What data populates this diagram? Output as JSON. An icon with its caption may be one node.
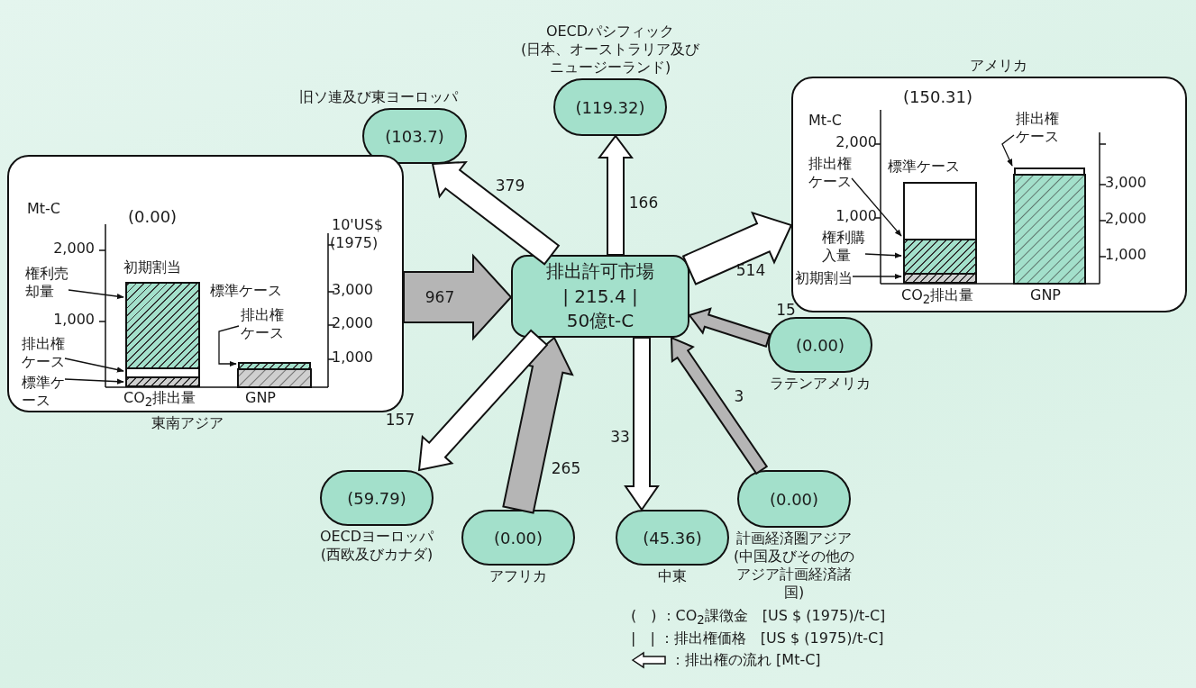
{
  "diagram": {
    "nodes": [
      {
        "text": [
          "排出許可市場",
          "| 215.4 |",
          "50億t-C"
        ]
      },
      {
        "text": [
          "(119.32)"
        ],
        "beside": [
          "OECDパシフィック",
          "(日本、オーストラリア及びニュージーランド)"
        ]
      },
      {
        "text": [
          "(103.7)"
        ],
        "beside": [
          "旧ソ連及び東ヨーロッパ"
        ]
      },
      {
        "text": [
          "(0.00)"
        ],
        "beside": [
          "東南アジア"
        ]
      },
      {
        "text": [
          "(150.31)"
        ],
        "beside": [
          "アメリカ"
        ]
      },
      {
        "text": [
          "(0.00)"
        ],
        "beside": [
          "ラテンアメリカ"
        ]
      },
      {
        "text": [
          "(0.00)"
        ],
        "beside": [
          "計画経済圏アジア",
          "(中国及びその他のアジア計画経済諸国)"
        ]
      },
      {
        "text": [
          "(45.36)"
        ],
        "beside": [
          "中東"
        ]
      },
      {
        "text": [
          "(0.00)"
        ],
        "beside": [
          "アフリカ"
        ]
      },
      {
        "text": [
          "(59.79)"
        ],
        "beside": [
          "OECDヨーロッパ",
          "(西欧及びカナダ)"
        ]
      },
      {
        "text": [
          "権利売却量"
        ],
        "in": 3
      },
      {
        "text": [
          "排出権ケース"
        ],
        "in": 3
      },
      {
        "text": [
          "標準ケース"
        ],
        "in": 3
      },
      {
        "text": [
          "排出権ケース"
        ],
        "in": 3
      },
      {
        "text": [
          "排出権ケース"
        ],
        "in": 4
      },
      {
        "text": [
          "権利購入量"
        ],
        "in": 4
      },
      {
        "text": [
          "初期割当"
        ],
        "in": 4
      },
      {
        "text": [
          "排出権ケース"
        ],
        "in": 4
      },
      {
        "text": [],
        "shape": "bar",
        "in": 3
      },
      {
        "text": [],
        "shape": "bar",
        "in": 3
      },
      {
        "text": [],
        "shape": "bar",
        "in": 3
      },
      {
        "text": [],
        "shape": "bar",
        "in": 3
      },
      {
        "text": [],
        "shape": "bar",
        "in": 4
      },
      {
        "text": [],
        "shape": "bar",
        "in": 4
      },
      {
        "text": [],
        "shape": "bar",
        "in": 4
      },
      {
        "text": [],
        "shape": "bar",
        "in": 4
      }
    ],
    "edges": [
      {
        "from": 3,
        "to": 0,
        "arrow": "to",
        "label": "967",
        "color": "#b5b5b5"
      },
      {
        "from": 0,
        "to": 2,
        "arrow": "to",
        "label": "379"
      },
      {
        "from": 0,
        "to": 1,
        "arrow": "to",
        "label": "166"
      },
      {
        "from": 0,
        "to": 4,
        "arrow": "to",
        "label": "514"
      },
      {
        "from": 5,
        "to": 0,
        "arrow": "to",
        "label": "15",
        "color": "#b5b5b5"
      },
      {
        "from": 6,
        "to": 0,
        "arrow": "to",
        "label": "3",
        "color": "#b5b5b5"
      },
      {
        "from": 0,
        "to": 7,
        "arrow": "to",
        "label": "33"
      },
      {
        "from": 8,
        "to": 0,
        "arrow": "to",
        "label": "265",
        "color": "#b5b5b5"
      },
      {
        "from": 0,
        "to": 9,
        "arrow": "to",
        "label": "157"
      },
      {
        "from": 10,
        "to": 18,
        "arrow": "to"
      },
      {
        "from": 11,
        "to": 19,
        "arrow": "to"
      },
      {
        "from": 12,
        "to": 20,
        "arrow": "to"
      },
      {
        "from": 13,
        "to": 21,
        "arrow": "to"
      },
      {
        "from": 14,
        "to": 22,
        "arrow": "to"
      },
      {
        "from": 15,
        "to": 23,
        "arrow": "to"
      },
      {
        "from": 16,
        "to": 24,
        "arrow": "to"
      },
      {
        "from": 17,
        "to": 25,
        "arrow": "to"
      }
    ],
    "labels": [
      "Mt-C",
      "2,000",
      "初期割当",
      "1,000",
      "10'US$",
      "(1975)",
      "3,000",
      "標準ケース",
      "2,000",
      "1,000",
      "CO$_{2}$排出量",
      "GNP",
      "Mt-C",
      "2,000",
      "標準ケース",
      "1,000",
      "3,000",
      "2,000",
      "1,000",
      "CO$_{2}$排出量",
      "GNP"
    ],
    "legend": [
      {
        "text": "(　) ：CO$_{2}$課徴金　[US $ (1975)/t-C]"
      },
      {
        "text": "|　| ：排出権価格　[US $ (1975)/t-C]"
      },
      {
        "text": "：排出権の流れ [Mt-C]"
      }
    ]
  }
}
